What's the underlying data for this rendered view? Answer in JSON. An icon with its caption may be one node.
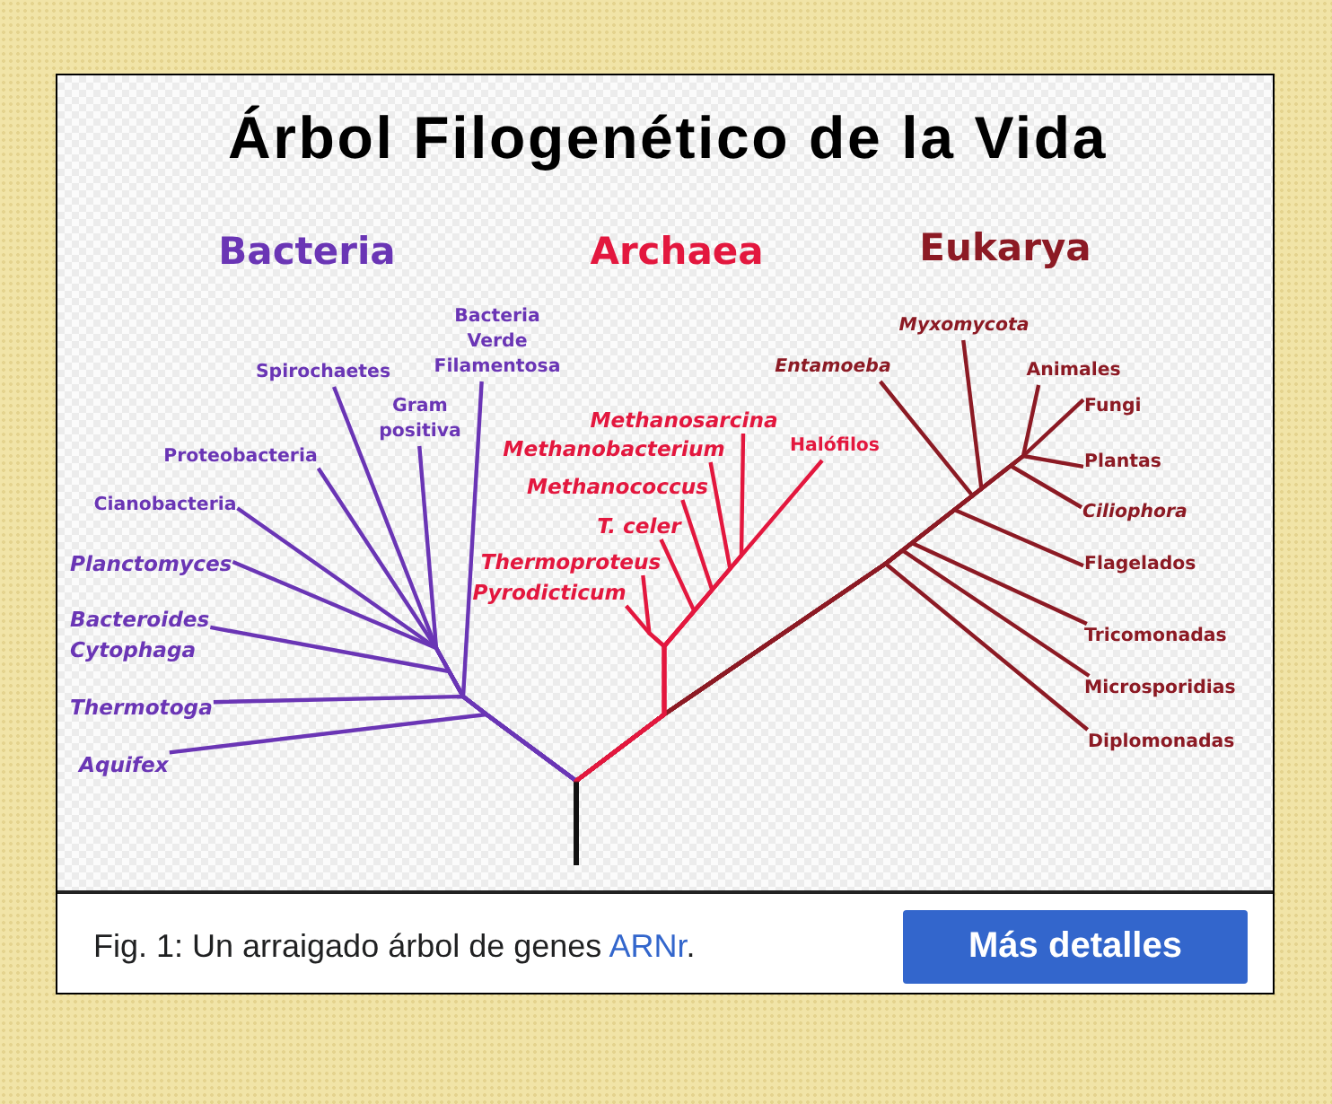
{
  "diagram": {
    "title": "Árbol Filogenético de la Vida",
    "caption": "Fig. 1: Un arraigado árbol de genes ARNr.",
    "nodes": [
      {
        "text": [
          "Spirochaetes"
        ]
      },
      {
        "text": [
          "Bacteria Verde Filamentosa"
        ]
      },
      {
        "text": [
          "Gram positiva"
        ]
      },
      {
        "text": [
          "Proteobacteria"
        ]
      },
      {
        "text": [
          "Cianobacteria"
        ]
      },
      {
        "text": [
          "Planctomyces"
        ]
      },
      {
        "text": [
          "Bacteroides Cytophaga"
        ]
      },
      {
        "text": [
          "Thermotoga"
        ]
      },
      {
        "text": [
          "Aquifex"
        ]
      },
      {
        "text": [
          "Methanosarcina"
        ]
      },
      {
        "text": [
          "Methanobacterium"
        ]
      },
      {
        "text": [
          "Methanococcus"
        ]
      },
      {
        "text": [
          "T. celer"
        ]
      },
      {
        "text": [
          "Thermoproteus"
        ]
      },
      {
        "text": [
          "Pyrodicticum"
        ]
      },
      {
        "text": [
          "Halófilos"
        ]
      },
      {
        "text": [
          "Myxomycota"
        ]
      },
      {
        "text": [
          "Entamoeba"
        ]
      },
      {
        "text": [
          "Animales"
        ]
      },
      {
        "text": [
          "Fungi"
        ]
      },
      {
        "text": [
          "Plantas"
        ]
      },
      {
        "text": [
          "Ciliophora"
        ]
      },
      {
        "text": [
          "Flagelados"
        ]
      },
      {
        "text": [
          "Tricomonadas"
        ]
      },
      {
        "text": [
          "Microsporidias"
        ]
      },
      {
        "text": [
          "Diplomonadas"
        ]
      }
    ],
    "edges": [
      {
        "from": null,
        "to": 0,
        "arrow": "none",
        "color": "#6a35b5"
      },
      {
        "from": null,
        "to": 1,
        "arrow": "none",
        "color": "#6a35b5"
      },
      {
        "from": null,
        "to": 2,
        "arrow": "none",
        "color": "#6a35b5"
      },
      {
        "from": null,
        "to": 3,
        "arrow": "none",
        "color": "#6a35b5"
      },
      {
        "from": null,
        "to": 4,
        "arrow": "none",
        "color": "#6a35b5"
      },
      {
        "from": null,
        "to": 5,
        "arrow": "none",
        "color": "#6a35b5"
      },
      {
        "from": null,
        "to": 6,
        "arrow": "none",
        "color": "#6a35b5"
      },
      {
        "from": null,
        "to": 7,
        "arrow": "none",
        "color": "#6a35b5"
      },
      {
        "from": null,
        "to": 8,
        "arrow": "none",
        "color": "#6a35b5"
      },
      {
        "from": null,
        "to": 9,
        "arrow": "none",
        "color": "#e3173e"
      },
      {
        "from": null,
        "to": 10,
        "arrow": "none",
        "color": "#e3173e"
      },
      {
        "from": null,
        "to": 11,
        "arrow": "none",
        "color": "#e3173e"
      },
      {
        "from": null,
        "to": 12,
        "arrow": "none",
        "color": "#e3173e"
      },
      {
        "from": null,
        "to": 13,
        "arrow": "none",
        "color": "#e3173e"
      },
      {
        "from": null,
        "to": 14,
        "arrow": "none",
        "color": "#e3173e"
      },
      {
        "from": null,
        "to": 15,
        "arrow": "none",
        "color": "#e3173e"
      },
      {
        "from": null,
        "to": 16,
        "arrow": "none"
      },
      {
        "from": null,
        "to": 17,
        "arrow": "none"
      },
      {
        "from": null,
        "to": 18,
        "arrow": "none"
      },
      {
        "from": null,
        "to": 19,
        "arrow": "none"
      },
      {
        "from": null,
        "to": 20,
        "arrow": "none"
      },
      {
        "from": null,
        "to": 21,
        "arrow": "none"
      },
      {
        "from": null,
        "to": 22,
        "arrow": "none"
      },
      {
        "from": null,
        "to": 23,
        "arrow": "none"
      },
      {
        "from": null,
        "to": 24,
        "arrow": "none"
      },
      {
        "from": null,
        "to": 25,
        "arrow": "none"
      }
    ],
    "labels": [
      "Bacteria",
      "Archaea",
      "Eukarya",
      "Más detalles"
    ]
  }
}
